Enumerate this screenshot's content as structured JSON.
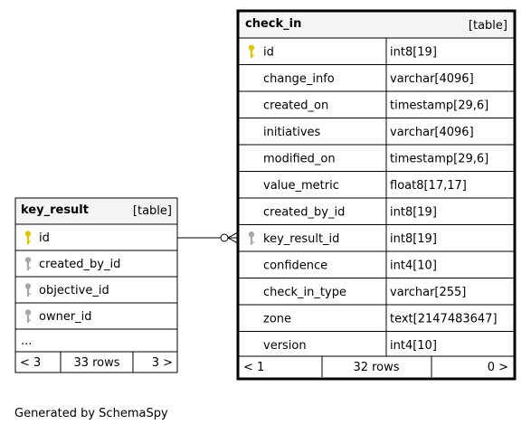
{
  "footer": {
    "generated_by": "Generated by SchemaSpy"
  },
  "tables": {
    "key_result": {
      "name": "key_result",
      "tag": "[table]",
      "columns": [
        {
          "name": "id",
          "type": "",
          "key": "primary"
        },
        {
          "name": "created_by_id",
          "type": "",
          "key": "foreign"
        },
        {
          "name": "objective_id",
          "type": "",
          "key": "foreign"
        },
        {
          "name": "owner_id",
          "type": "",
          "key": "foreign"
        },
        {
          "name": "...",
          "type": "",
          "key": "none"
        }
      ],
      "stats": {
        "parents": "< 3",
        "rows": "33 rows",
        "children": "3 >"
      }
    },
    "check_in": {
      "name": "check_in",
      "tag": "[table]",
      "columns": [
        {
          "name": "id",
          "type": "int8[19]",
          "key": "primary"
        },
        {
          "name": "change_info",
          "type": "varchar[4096]",
          "key": "none"
        },
        {
          "name": "created_on",
          "type": "timestamp[29,6]",
          "key": "none"
        },
        {
          "name": "initiatives",
          "type": "varchar[4096]",
          "key": "none"
        },
        {
          "name": "modified_on",
          "type": "timestamp[29,6]",
          "key": "none"
        },
        {
          "name": "value_metric",
          "type": "float8[17,17]",
          "key": "none"
        },
        {
          "name": "created_by_id",
          "type": "int8[19]",
          "key": "none"
        },
        {
          "name": "key_result_id",
          "type": "int8[19]",
          "key": "foreign"
        },
        {
          "name": "confidence",
          "type": "int4[10]",
          "key": "none"
        },
        {
          "name": "check_in_type",
          "type": "varchar[255]",
          "key": "none"
        },
        {
          "name": "zone",
          "type": "text[2147483647]",
          "key": "none"
        },
        {
          "name": "version",
          "type": "int4[10]",
          "key": "none"
        }
      ],
      "stats": {
        "parents": "< 1",
        "rows": "32 rows",
        "children": "0 >"
      }
    }
  },
  "relationship": {
    "from": "key_result.id",
    "to": "check_in.key_result_id",
    "cardinality": "one-to-many"
  },
  "colors": {
    "header_fill": "#f4f4f4",
    "primary_key": "#e3c400",
    "foreign_key": "#a8a8a8",
    "line": "#000000"
  }
}
